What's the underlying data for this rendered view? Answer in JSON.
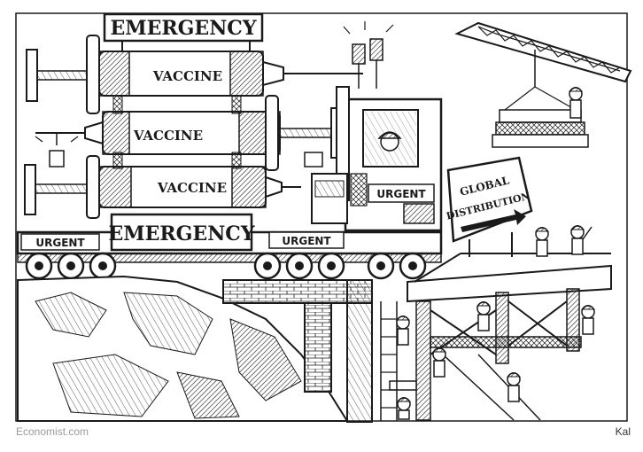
{
  "cartoon": {
    "banner_top": "EMERGENCY",
    "vaccine_labels": [
      "VACCINE",
      "VACCINE",
      "VACCINE"
    ],
    "trailer_banner": "EMERGENCY",
    "urgent_labels": [
      "URGENT",
      "URGENT",
      "URGENT"
    ],
    "sign_line1": "GLOBAL",
    "sign_line2": "DISTRIBUTION"
  },
  "credits": {
    "source": "Economist.com",
    "artist": "Kal"
  },
  "colors": {
    "ink": "#1a1a1a",
    "paper": "#ffffff",
    "credit_gray": "#9a9a9a"
  }
}
